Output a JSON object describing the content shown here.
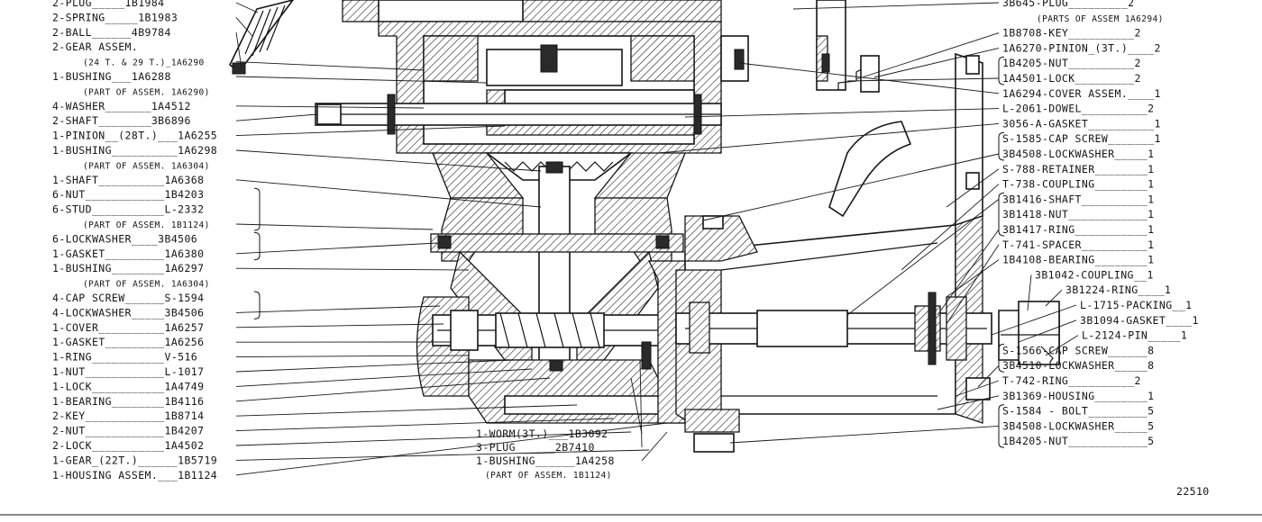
{
  "left_labels": [
    {
      "text": "2-PLUG_____1B1984",
      "leader": true
    },
    {
      "text": "2-SPRING_____1B1983",
      "leader": true
    },
    {
      "text": "2-BALL______4B9784",
      "leader": true
    },
    {
      "text": "2-GEAR ASSEM.",
      "leader": false
    },
    {
      "text": "(24 T. & 29 T.)_1A6290",
      "leader": true
    },
    {
      "text": "1-BUSHING___1A6288",
      "leader": true
    },
    {
      "text": "(PART OF ASSEM. 1A6290)",
      "leader": false
    },
    {
      "text": "4-WASHER_______1A4512",
      "leader": true
    },
    {
      "text": "2-SHAFT________3B6896",
      "leader": true
    },
    {
      "text": "1-PINION__(28T.)___1A6255",
      "leader": true
    },
    {
      "text": "1-BUSHING__________1A6298",
      "leader": true
    },
    {
      "text": "(PART OF ASSEM. 1A6304)",
      "leader": false
    },
    {
      "text": "1-SHAFT__________1A6368",
      "leader": true
    },
    {
      "text": "6-NUT____________1B4203",
      "leader": false
    },
    {
      "text": "6-STUD___________L-2332",
      "leader": false
    },
    {
      "text": "(PART OF ASSEM. 1B1124)",
      "leader": true
    },
    {
      "text": "6-LOCKWASHER____3B4506",
      "leader": false
    },
    {
      "text": "1-GASKET_________1A6380",
      "leader": true
    },
    {
      "text": "1-BUSHING________1A6297",
      "leader": true
    },
    {
      "text": "(PART OF ASSEM. 1A6304)",
      "leader": false
    },
    {
      "text": "4-CAP SCREW______S-1594",
      "leader": false
    },
    {
      "text": "4-LOCKWASHER_____3B4506",
      "leader": true
    },
    {
      "text": "1-COVER__________1A6257",
      "leader": true
    },
    {
      "text": "1-GASKET_________1A6256",
      "leader": true
    },
    {
      "text": "1-RING___________V-516",
      "leader": true
    },
    {
      "text": "1-NUT____________L-1017",
      "leader": true
    },
    {
      "text": "1-LOCK___________1A4749",
      "leader": true
    },
    {
      "text": "1-BEARING________1B4116",
      "leader": true
    },
    {
      "text": "2-KEY____________1B8714",
      "leader": true
    },
    {
      "text": "2-NUT____________1B4207",
      "leader": true
    },
    {
      "text": "2-LOCK___________1A4502",
      "leader": true
    },
    {
      "text": "1-GEAR_(22T.)______1B5719",
      "leader": true
    },
    {
      "text": "1-HOUSING ASSEM.___1B1124",
      "leader": true
    }
  ],
  "bottom_labels": [
    {
      "text": "1-WORM(3T.)___1B3092"
    },
    {
      "text": "3-PLUG______2B7410"
    },
    {
      "text": "1-BUSHING______1A4258"
    },
    {
      "text": "(PART OF ASSEM. 1B1124)"
    }
  ],
  "right_labels": [
    {
      "text": "3B645-PLUG_________2",
      "bracket": false
    },
    {
      "text": "(PARTS OF ASSEM 1A6294)",
      "bracket": false
    },
    {
      "text": "1B8708-KEY__________2",
      "bracket": false
    },
    {
      "text": "1A6270-PINION_(3T.)____2",
      "bracket": false
    },
    {
      "text": "1B4205-NUT__________2",
      "bracket": true
    },
    {
      "text": "1A4501-LOCK_________2",
      "bracket": true
    },
    {
      "text": "1A6294-COVER ASSEM.____1",
      "bracket": false
    },
    {
      "text": "L-2061-DOWEL__________2",
      "bracket": false
    },
    {
      "text": "3056-A-GASKET__________1",
      "bracket": false
    },
    {
      "text": "S-1585-CAP SCREW_______1",
      "bracket": true
    },
    {
      "text": "3B4508-LOCKWASHER_____1",
      "bracket": true
    },
    {
      "text": "S-788-RETAINER________1",
      "bracket": false
    },
    {
      "text": "T-738-COUPLING________1",
      "bracket": false
    },
    {
      "text": "3B1416-SHAFT__________1",
      "bracket": true
    },
    {
      "text": "3B1418-NUT____________1",
      "bracket": true
    },
    {
      "text": "3B1417-RING___________1",
      "bracket": true
    },
    {
      "text": "T-741-SPACER__________1",
      "bracket": false
    },
    {
      "text": "1B4108-BEARING________1",
      "bracket": false
    },
    {
      "text": "3B1042-COUPLING__1",
      "bracket": false
    },
    {
      "text": "3B1224-RING____1",
      "bracket": false
    },
    {
      "text": "L-1715-PACKING__1",
      "bracket": false
    },
    {
      "text": "3B1094-GASKET____1",
      "bracket": false
    },
    {
      "text": "L-2124-PIN_____1",
      "bracket": false
    },
    {
      "text": "S-1566-CAP SCREW______8",
      "bracket": true
    },
    {
      "text": "3B4510-LOCKWASHER_____8",
      "bracket": true
    },
    {
      "text": "T-742-RING__________2",
      "bracket": false
    },
    {
      "text": "3B1369-HOUSING________1",
      "bracket": false
    },
    {
      "text": "S-1584 - BOLT_________5",
      "bracket": true
    },
    {
      "text": "3B4508-LOCKWASHER_____5",
      "bracket": true
    },
    {
      "text": "1B4205-NUT____________5",
      "bracket": true
    }
  ],
  "figure_number": "22510",
  "colors": {
    "ink": "#151515",
    "paper": "#ffffff"
  }
}
